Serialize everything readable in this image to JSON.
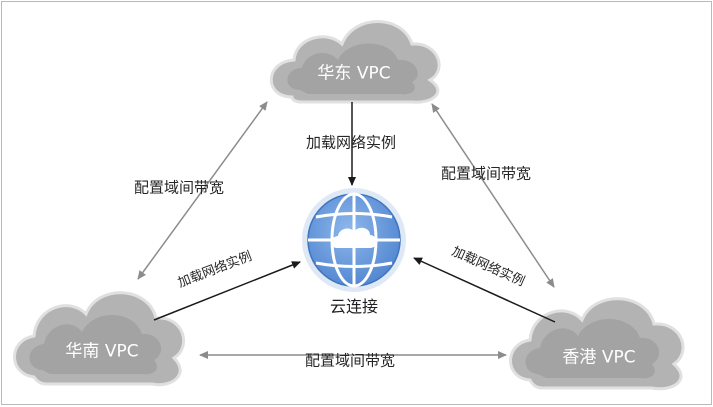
{
  "nodes": {
    "east": "华东 VPC",
    "south": "华南 VPC",
    "hk": "香港 VPC",
    "center": "云连接"
  },
  "edges": {
    "load_top": "加载网络实例",
    "load_left": "加载网络实例",
    "load_right": "加载网络实例",
    "bw_left": "配置域间带宽",
    "bw_right": "配置域间带宽",
    "bw_bottom": "配置域间带宽"
  },
  "colors": {
    "cloud_fill": "#b3b3b3",
    "cloud_inner": "#9c9c9c",
    "globe_blue": "#5b8fd6",
    "grey_arrow": "#8c8c8c",
    "dark_arrow": "#1a1a1a"
  }
}
